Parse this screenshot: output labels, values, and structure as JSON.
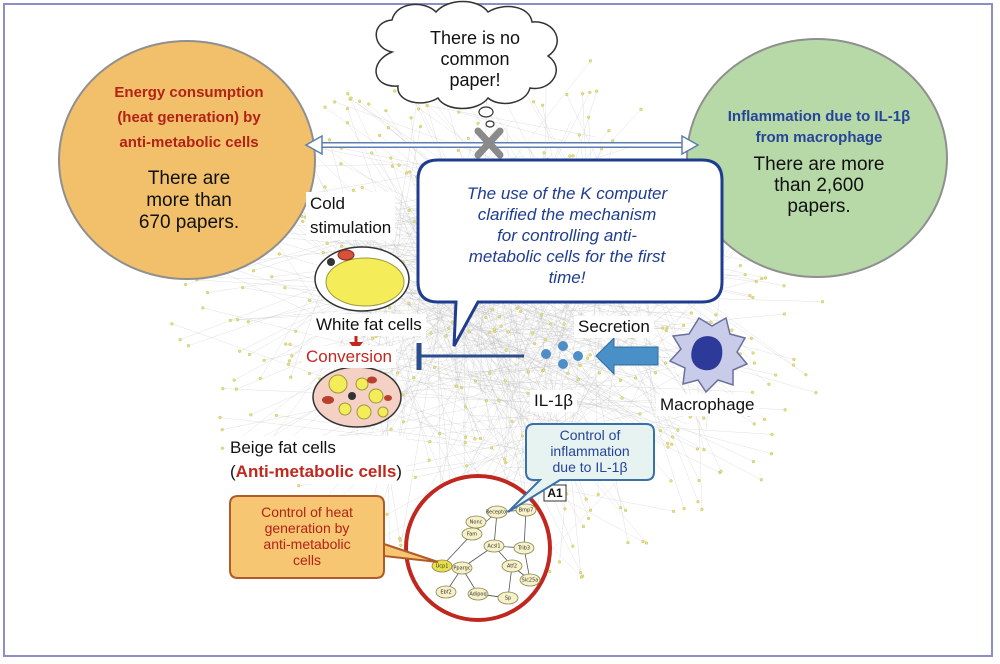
{
  "energy": {
    "heading_lines": [
      "Energy consumption",
      "(heat generation) by",
      "anti-metabolic cells"
    ],
    "count_lines": [
      "There are",
      "more than",
      "670 papers."
    ],
    "fill_color": "#f2c06a",
    "heading_color": "#b32216"
  },
  "inflammation": {
    "heading_lines": [
      "Inflammation due to IL-1β",
      "from macrophage"
    ],
    "count_lines": [
      "There are more",
      "than 2,600",
      "papers."
    ],
    "fill_color": "#b7d9a7",
    "heading_color": "#26449a"
  },
  "cloud": {
    "lines": [
      "There is no",
      "common",
      "paper!"
    ]
  },
  "speech": {
    "lines": [
      "The use of the K computer",
      "clarified the mechanism",
      "for controlling anti-",
      "metabolic cells for the first",
      "time!"
    ]
  },
  "labels": {
    "cold": [
      "Cold",
      "stimulation"
    ],
    "white_fat": "White fat cells",
    "conversion": "Conversion",
    "secretion": "Secretion",
    "il1b": "IL-1β",
    "macrophage": "Macrophage",
    "beige_line1": "Beige fat cells",
    "beige_open": "(",
    "beige_highlight": "Anti-metabolic cells",
    "beige_close": ")"
  },
  "callouts": {
    "inflammation_control": [
      "Control of",
      "inflammation",
      "due to IL-1β"
    ],
    "heat_control": [
      "Control of heat",
      "generation by",
      "anti-metabolic",
      "cells"
    ]
  },
  "zoom": {
    "tag": "A1",
    "nodes": [
      "Receptor",
      "Bmp7",
      "Fam",
      "Acsl1",
      "Trib3",
      "Ucp1",
      "Ppargc",
      "Atf2",
      "Slc25a",
      "Ebf2",
      "Adipoq",
      "Sp",
      "Nonc"
    ]
  },
  "colors": {
    "accent_red": "#c0271f",
    "accent_blue": "#1f3d8f",
    "network_edge": "#b9b9b9",
    "network_node": "#e9e27a",
    "arrow_blue": "#4a90c8"
  }
}
